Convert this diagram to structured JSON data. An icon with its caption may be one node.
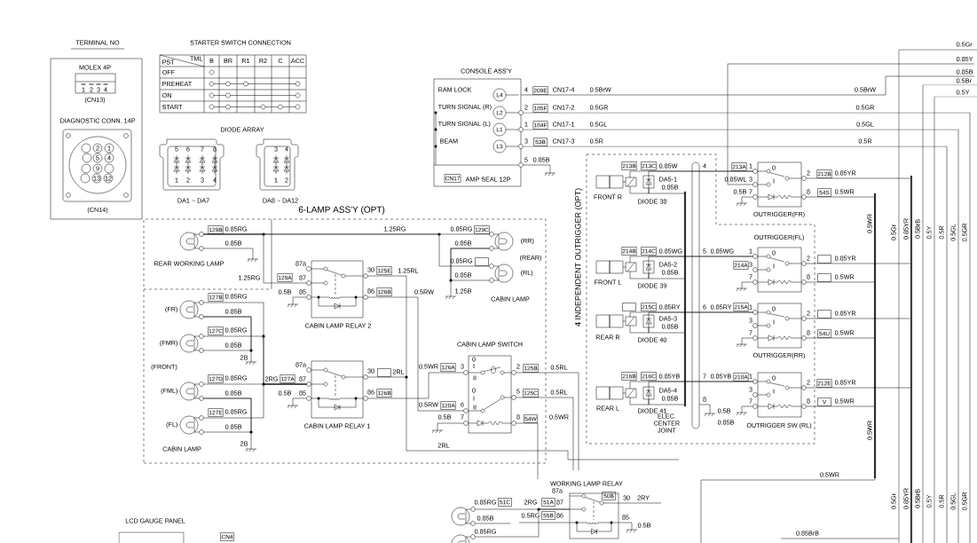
{
  "diagram": {
    "nodes": [
      {
        "text": [
          "TERMINAL NO"
        ]
      },
      {
        "text": [
          "MOLEX 4P",
          "(CN13)"
        ],
        "in": 0
      },
      {
        "text": [
          "DIAGNOSTIC CONN. 14P",
          "(CN14)"
        ],
        "in": 0
      },
      {
        "text": [
          "DA1 ~ DA7"
        ]
      },
      {
        "text": [
          "DA8 ~ DA12"
        ]
      },
      {
        "text": [
          "CONSOLE ASS'Y"
        ]
      },
      {
        "text": [
          "L4"
        ],
        "in": 5
      },
      {
        "text": [
          "L2"
        ],
        "in": 5
      },
      {
        "text": [
          "L1"
        ],
        "in": 5
      },
      {
        "text": [
          "L3"
        ],
        "in": 5
      },
      {
        "text": [
          "CN17"
        ],
        "in": 5
      },
      {
        "text": [
          "209E"
        ]
      },
      {
        "text": [
          "185F"
        ]
      },
      {
        "text": [
          "184F"
        ]
      },
      {
        "text": [
          "53B"
        ]
      },
      {
        "text": [
          "6-LAMP ASS'Y (OPT)"
        ]
      },
      {
        "text": [],
        "shape": "lamp",
        "beside": [
          "REAR WORKING LAMP"
        ],
        "in": 15
      },
      {
        "text": [
          "129B"
        ],
        "in": 15
      },
      {
        "text": [],
        "shape": "lamp",
        "beside": [
          "(RR)"
        ],
        "in": 15
      },
      {
        "text": [
          "129C"
        ],
        "in": 15
      },
      {
        "text": [],
        "shape": "lamp",
        "beside": [
          "(RL)"
        ],
        "in": 15
      },
      {
        "text": [],
        "shape": "box",
        "in": 15
      },
      {
        "text": [
          "CABIN LAMP RELAY 2"
        ],
        "in": 15
      },
      {
        "text": [
          "129A"
        ],
        "in": 15
      },
      {
        "text": [
          "125E"
        ],
        "in": 15
      },
      {
        "text": [
          "126B"
        ],
        "in": 15
      },
      {
        "text": [],
        "shape": "lamp",
        "beside": [
          "(FR)"
        ],
        "in": 15
      },
      {
        "text": [
          "127B"
        ],
        "in": 15
      },
      {
        "text": [],
        "shape": "lamp",
        "beside": [
          "(FMR)"
        ],
        "in": 15
      },
      {
        "text": [
          "127C"
        ],
        "in": 15
      },
      {
        "text": [],
        "shape": "lamp",
        "beside": [
          "(FML)"
        ],
        "in": 15
      },
      {
        "text": [
          "127D"
        ],
        "in": 15
      },
      {
        "text": [],
        "shape": "lamp",
        "beside": [
          "(FL)"
        ],
        "in": 15
      },
      {
        "text": [
          "127E"
        ],
        "in": 15
      },
      {
        "text": [
          "127A"
        ],
        "in": 15
      },
      {
        "text": [
          "CABIN LAMP RELAY 1"
        ],
        "in": 15
      },
      {
        "text": [],
        "shape": "box",
        "in": 15
      },
      {
        "text": [
          "126B"
        ],
        "in": 15
      },
      {
        "text": [
          "CABIN LAMP SWITCH"
        ],
        "in": 15
      },
      {
        "text": [
          "126A"
        ],
        "in": 15
      },
      {
        "text": [
          "128A"
        ],
        "in": 15
      },
      {
        "text": [
          "125B"
        ],
        "in": 15
      },
      {
        "text": [
          "125C"
        ],
        "in": 15
      },
      {
        "text": [
          "54W"
        ],
        "in": 15
      },
      {
        "text": [
          "4 INDEPENDENT OUTRIGGER (OPT)"
        ]
      },
      {
        "text": [
          "FRONT R"
        ],
        "in": 44
      },
      {
        "text": [
          "213B"
        ],
        "in": 44
      },
      {
        "text": [
          "213C"
        ],
        "in": 44
      },
      {
        "text": [
          "DIODE 38"
        ],
        "beside": [
          "DA5-1"
        ],
        "in": 44
      },
      {
        "text": [
          "FRONT L"
        ],
        "in": 44
      },
      {
        "text": [
          "214B"
        ],
        "in": 44
      },
      {
        "text": [
          "214C"
        ],
        "in": 44
      },
      {
        "text": [
          "DIODE 39"
        ],
        "beside": [
          "DA5-2"
        ],
        "in": 44
      },
      {
        "text": [
          "REAR R"
        ],
        "in": 44
      },
      {
        "text": [],
        "shape": "box",
        "in": 44
      },
      {
        "text": [
          "215C"
        ],
        "in": 44
      },
      {
        "text": [
          "DIODE 40"
        ],
        "beside": [
          "DA5-3"
        ],
        "in": 44
      },
      {
        "text": [
          "REAR L"
        ],
        "in": 44
      },
      {
        "text": [
          "216B"
        ],
        "in": 44
      },
      {
        "text": [
          "216C"
        ],
        "in": 44
      },
      {
        "text": [
          "DIODE 41"
        ],
        "beside": [
          "DA5-4"
        ],
        "in": 44
      },
      {
        "text": [
          "ELEC. CENTER JOINT"
        ],
        "in": 44
      },
      {
        "text": [
          "OUTRIGGER(FR)"
        ]
      },
      {
        "text": [
          "213A"
        ]
      },
      {
        "text": [
          "212B"
        ]
      },
      {
        "text": [
          "54S"
        ]
      },
      {
        "text": [
          "OUTRIGGER(FL)"
        ],
        "in": 44
      },
      {
        "text": [
          "214A"
        ],
        "in": 44
      },
      {
        "text": [],
        "shape": "box"
      },
      {
        "text": [],
        "shape": "box"
      },
      {
        "text": [
          "OUTRIGGER(RR)"
        ],
        "in": 44
      },
      {
        "text": [
          "215A"
        ],
        "in": 44
      },
      {
        "text": [],
        "shape": "box"
      },
      {
        "text": [
          "54U"
        ]
      },
      {
        "text": [
          "OUTRIGGER SW (RL)"
        ],
        "in": 44
      },
      {
        "text": [
          "218A"
        ],
        "in": 44
      },
      {
        "text": [
          "212E"
        ]
      },
      {
        "text": [
          "V"
        ]
      },
      {
        "text": [
          "WORKING LAMP RELAY"
        ]
      },
      {
        "text": [
          "51C"
        ]
      },
      {
        "text": [
          "51A"
        ]
      },
      {
        "text": [
          "55B"
        ]
      },
      {
        "text": [
          "50B"
        ],
        "in": 78
      },
      {
        "text": [],
        "shape": "lamp"
      },
      {
        "text": [],
        "shape": "lamp"
      },
      {
        "text": [
          "LCD GAUGE PANEL"
        ]
      },
      {
        "text": [
          "CN4"
        ]
      },
      {
        "text": [],
        "shape": "bar"
      },
      {
        "text": [],
        "shape": "bar"
      },
      {
        "text": [],
        "shape": "bar",
        "in": 44
      },
      {
        "text": [
          "0.85Y"
        ]
      },
      {
        "text": [
          "0.85B"
        ]
      }
    ],
    "edges": [
      {
        "from": 16,
        "to": 22,
        "arrow": "none"
      },
      {
        "from": 16,
        "to": 18,
        "arrow": "none"
      },
      {
        "from": 16,
        "to": 20,
        "arrow": "none"
      },
      {
        "from": 22,
        "to": 35,
        "arrow": "none"
      },
      {
        "from": 35,
        "to": 38,
        "arrow": "none"
      },
      {
        "from": 22,
        "to": 38,
        "arrow": "none"
      },
      {
        "from": 26,
        "to": 35,
        "arrow": "none"
      },
      {
        "from": 28,
        "to": 35,
        "arrow": "none"
      },
      {
        "from": 30,
        "to": 35,
        "arrow": "none"
      },
      {
        "from": 32,
        "to": 35,
        "arrow": "none"
      },
      {
        "from": 45,
        "to": 62,
        "arrow": "none"
      },
      {
        "from": 49,
        "to": 66,
        "arrow": "none"
      },
      {
        "from": 53,
        "to": 70,
        "arrow": "none"
      },
      {
        "from": 57,
        "to": 74,
        "arrow": "none"
      },
      {
        "from": 48,
        "to": 62,
        "arrow": "none"
      },
      {
        "from": 52,
        "to": 66,
        "arrow": "none"
      },
      {
        "from": 56,
        "to": 70,
        "arrow": "none"
      },
      {
        "from": 60,
        "to": 74,
        "arrow": "none"
      },
      {
        "from": 45,
        "to": 48,
        "arrow": "none"
      },
      {
        "from": 49,
        "to": 52,
        "arrow": "none"
      },
      {
        "from": 53,
        "to": 56,
        "arrow": "none"
      },
      {
        "from": 57,
        "to": 60,
        "arrow": "none"
      },
      {
        "from": 83,
        "to": 78,
        "arrow": "none"
      },
      {
        "from": 84,
        "to": 78,
        "arrow": "none"
      },
      {
        "from": 62,
        "to": 87,
        "arrow": "none"
      },
      {
        "from": 66,
        "to": 87,
        "arrow": "none"
      },
      {
        "from": 70,
        "to": 87,
        "arrow": "none"
      },
      {
        "from": 74,
        "to": 87,
        "arrow": "none"
      },
      {
        "from": 62,
        "to": 88,
        "arrow": "none"
      },
      {
        "from": 66,
        "to": 88,
        "arrow": "none"
      },
      {
        "from": 70,
        "to": 88,
        "arrow": "none"
      },
      {
        "from": 74,
        "to": 88,
        "arrow": "none"
      },
      {
        "from": 48,
        "to": 89,
        "arrow": "none"
      },
      {
        "from": 52,
        "to": 89,
        "arrow": "none"
      },
      {
        "from": 56,
        "to": 89,
        "arrow": "none"
      },
      {
        "from": 60,
        "to": 89,
        "arrow": "none"
      },
      {
        "from": 28,
        "to": 26,
        "arrow": "none"
      },
      {
        "from": 32,
        "to": 30,
        "arrow": "none"
      },
      {
        "from": 20,
        "to": 18,
        "arrow": "none"
      },
      {
        "from": 90,
        "to": 62,
        "arrow": "none"
      },
      {
        "from": 5,
        "to": 91,
        "arrow": "none"
      },
      {
        "from": 78,
        "to": null,
        "arrow": "none",
        "label": "0.5RG"
      },
      {
        "from": 78,
        "to": null,
        "arrow": "none",
        "label": "2RY"
      },
      {
        "from": 83,
        "to": null,
        "arrow": "none",
        "label": "0.85B"
      }
    ],
    "labels": [
      "1",
      "2",
      "3",
      "4",
      "2",
      "1",
      "5",
      "4",
      "9",
      "13",
      "12",
      "STARTER SWITCH CONNECTION",
      "PST",
      "TML",
      "B",
      "BR",
      "R1",
      "R2",
      "C",
      "ACC",
      "OFF",
      "PREHEAT",
      "ON",
      "START",
      "DIODE ARRAY",
      "5",
      "6",
      "7",
      "8",
      "1",
      "2",
      "3",
      "4",
      "3",
      "4",
      "1",
      "2",
      "RAM LOCK",
      "TURN SIGNAL (R)",
      "TURN SIGNAL (L)",
      "BEAM",
      "4",
      "2",
      "1",
      "3",
      "5",
      "CN17-4",
      "0.5BrW",
      "CN17-2",
      "0.5GR",
      "CN17-1",
      "0.5GL",
      "CN17-3",
      "0.5R",
      "0.85B",
      "AMP SEAL 12P",
      "0.5BrW",
      "0.5GR",
      "0.5GL",
      "0.5R",
      "0.5Gr",
      "0.5Br",
      "0.5Y",
      "0.85RG",
      "0.85B",
      "1.25RG",
      "1.25RG",
      "0.85RG",
      "0.85B",
      "(REAR)",
      "0.85RG",
      "0.85B",
      "1.25B",
      "CABIN LAMP",
      "87a",
      "30",
      "1.25RL",
      "87",
      "0.5B",
      "85",
      "86",
      "0.5RW",
      "0.85RG",
      "0.85B",
      "0.85RG",
      "0.85B",
      "2B",
      "(FRONT)",
      "0.85RG",
      "0.85B",
      "2RG",
      "0.85RG",
      "0.85B",
      "2B",
      "CABIN LAMP",
      "87a",
      "30",
      "2RL",
      "87",
      "0.5B",
      "85",
      "86",
      "0.5WR",
      "3",
      "0.5RW",
      "6",
      "0.5B",
      "7",
      "2",
      "5",
      "8",
      "2RL",
      "0",
      "I",
      "II",
      "0",
      "I",
      "II",
      "0.5RL",
      "0.5RL",
      "0.5WR",
      "0.85W",
      "4",
      "0.85B",
      "1",
      "0",
      "2",
      "0.85YR",
      "0.85WL",
      "3",
      "I",
      "0.5B",
      "7",
      "8",
      "0.5WR",
      "0.85WG",
      "0.85B",
      "5",
      "0.85WG",
      "1",
      "0",
      "2",
      "0.85YR",
      "3",
      "I",
      "7",
      "8",
      "0.5WR",
      "0.85RY",
      "0.85B",
      "6",
      "0.85RY",
      "1",
      "0",
      "2",
      "0.85YR",
      "3",
      "I",
      "7",
      "8",
      "0.5WR",
      "0.85YB",
      "0.85B",
      "7",
      "0.85YB",
      "8",
      "0.5B",
      "0.85B",
      "1",
      "0",
      "2",
      "0.85YR",
      "3",
      "I",
      "7",
      "8",
      "0.5WR",
      "0.5WR",
      "0.5Gr",
      "0.85YR",
      "0.5BrB",
      "0.5Y",
      "0.5R",
      "0.5GL",
      "0.5GR",
      "0.5WR",
      "0.5WR",
      "0.5Gr",
      "0.85YR",
      "0.5BrB",
      "0.5Y",
      "0.5R",
      "0.5GL",
      "0.5GR",
      "0.85BrB",
      "87a",
      "0.85RG",
      "2RG",
      "87",
      "86",
      "30",
      "85",
      "0.5B",
      "0.85RG"
    ]
  }
}
